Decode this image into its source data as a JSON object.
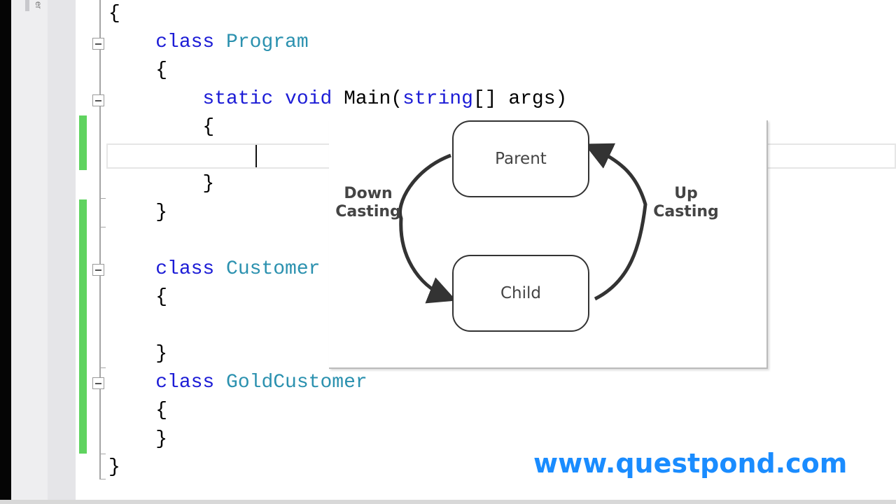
{
  "side_panel_text": "er",
  "code_lines": [
    {
      "indent": "",
      "parts": [
        {
          "t": "{",
          "c": ""
        }
      ]
    },
    {
      "indent": "    ",
      "parts": [
        {
          "t": "class ",
          "c": "kw"
        },
        {
          "t": "Program",
          "c": "ty"
        }
      ]
    },
    {
      "indent": "    ",
      "parts": [
        {
          "t": "{",
          "c": ""
        }
      ]
    },
    {
      "indent": "        ",
      "parts": [
        {
          "t": "static ",
          "c": "kw"
        },
        {
          "t": "void ",
          "c": "kw"
        },
        {
          "t": "Main(",
          "c": ""
        },
        {
          "t": "string",
          "c": "kw"
        },
        {
          "t": "[] args)",
          "c": ""
        }
      ]
    },
    {
      "indent": "        ",
      "parts": [
        {
          "t": "{",
          "c": ""
        }
      ]
    },
    {
      "indent": "",
      "parts": []
    },
    {
      "indent": "        ",
      "parts": [
        {
          "t": "}",
          "c": ""
        }
      ]
    },
    {
      "indent": "    ",
      "parts": [
        {
          "t": "}",
          "c": ""
        }
      ]
    },
    {
      "indent": "",
      "parts": []
    },
    {
      "indent": "    ",
      "parts": [
        {
          "t": "class ",
          "c": "kw"
        },
        {
          "t": "Customer",
          "c": "ty"
        }
      ]
    },
    {
      "indent": "    ",
      "parts": [
        {
          "t": "{",
          "c": ""
        }
      ]
    },
    {
      "indent": "",
      "parts": []
    },
    {
      "indent": "    ",
      "parts": [
        {
          "t": "}",
          "c": ""
        }
      ]
    },
    {
      "indent": "    ",
      "parts": [
        {
          "t": "class ",
          "c": "kw"
        },
        {
          "t": "GoldCustomer",
          "c": "ty"
        }
      ]
    },
    {
      "indent": "    ",
      "parts": [
        {
          "t": "{",
          "c": ""
        }
      ]
    },
    {
      "indent": "    ",
      "parts": [
        {
          "t": "}",
          "c": ""
        }
      ]
    },
    {
      "indent": "",
      "parts": [
        {
          "t": "}",
          "c": ""
        }
      ]
    }
  ],
  "diagram": {
    "parent_label": "Parent",
    "child_label": "Child",
    "down_label_1": "Down",
    "down_label_2": "Casting",
    "up_label_1": "Up",
    "up_label_2": "Casting"
  },
  "watermark": "www.questpond.com",
  "colors": {
    "keyword": "#1c1cd6",
    "type": "#2b91af",
    "change_bar": "#5fd35f",
    "watermark": "#1a8cff"
  }
}
